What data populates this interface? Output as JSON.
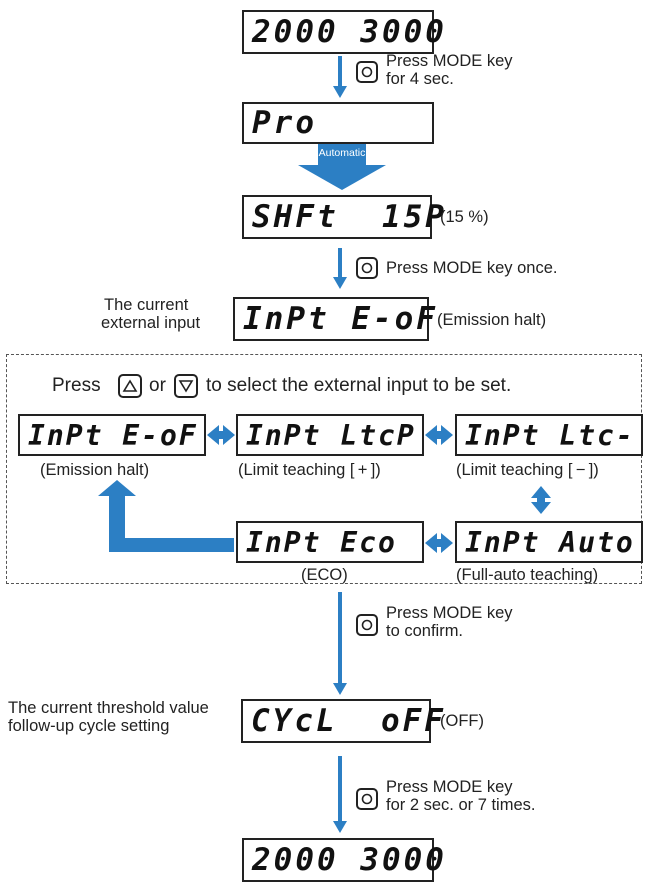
{
  "colors": {
    "arrow": "#2c7fc4",
    "text": "#222222"
  },
  "displays": {
    "top": "2000 3000",
    "pro": "Pro",
    "shft": "SHFt  15P",
    "current_input": "InPt E-oF",
    "emission_halt": "InPt E-oF",
    "limit_plus": "InPt LtcP",
    "limit_minus": "InPt Ltc-",
    "full_auto": "InPt Auto",
    "eco": "InPt Eco",
    "cycl": "CYcL  oFF",
    "bottom": "2000 3000"
  },
  "labels": {
    "press_mode_4sec_line1": "Press MODE key",
    "press_mode_4sec_line2": "for 4 sec.",
    "automatic": "Automatic",
    "shft_note": "(15 %)",
    "press_mode_once": "Press MODE key once.",
    "current_external_input_line1": "The current",
    "current_external_input_line2": "external input",
    "emission_halt_note": "(Emission halt)",
    "select_press": "Press",
    "select_or": "or",
    "select_rest": "to select the external input to be set.",
    "emission_halt_caption": "(Emission halt)",
    "limit_plus_caption": "(Limit teaching [ + ])",
    "limit_minus_caption": "(Limit teaching [ − ])",
    "eco_caption": "(ECO)",
    "full_auto_caption": "(Full-auto teaching)",
    "press_mode_confirm_line1": "Press MODE key",
    "press_mode_confirm_line2": "to confirm.",
    "current_threshold_line1": "The current threshold value",
    "current_threshold_line2": "follow-up cycle setting",
    "off_note": "(OFF)",
    "press_mode_final_line1": "Press MODE key",
    "press_mode_final_line2": "for 2 sec. or 7 times."
  },
  "icons": {
    "mode_key": "mode-key-icon",
    "up_key": "up-key-icon",
    "down_key": "down-key-icon"
  }
}
